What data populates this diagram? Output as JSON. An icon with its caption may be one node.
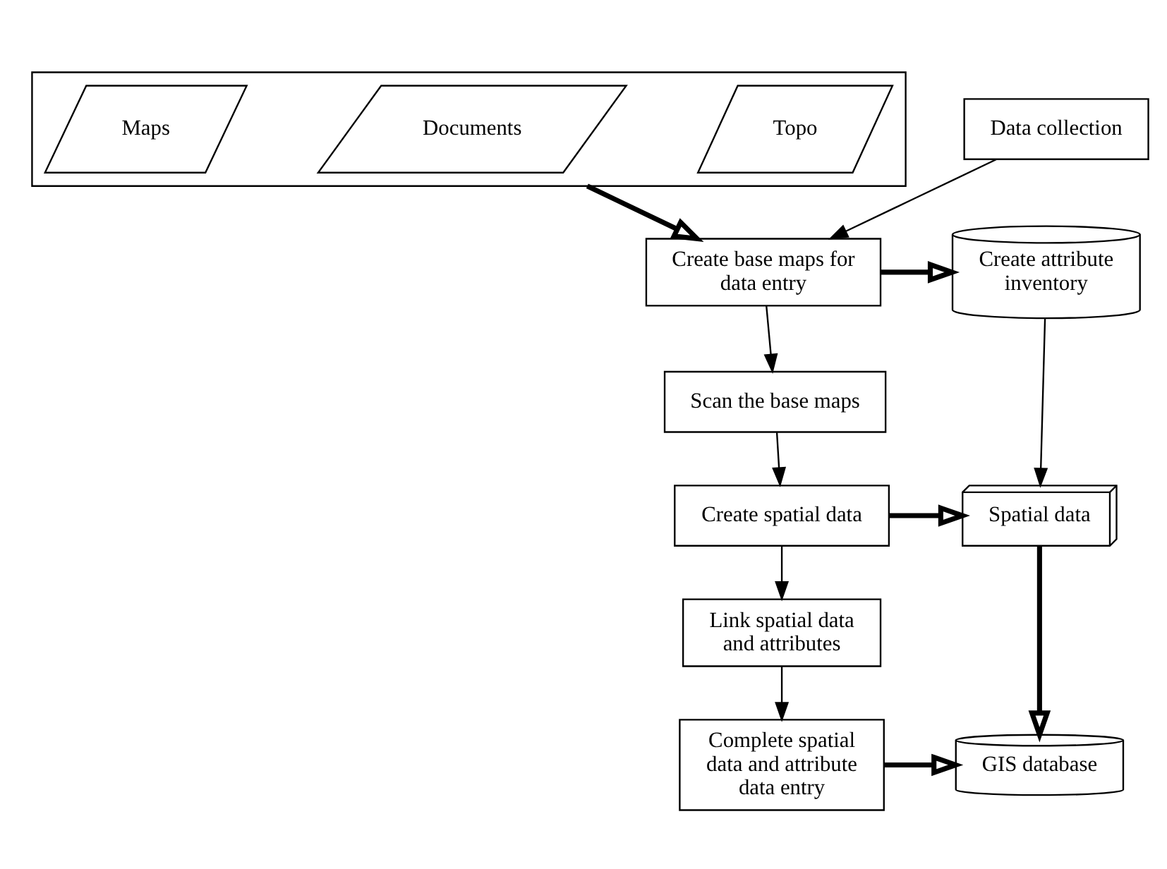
{
  "diagram": {
    "nodes": [
      {
        "text": [],
        "shape": "box"
      },
      {
        "text": [
          "Topo"
        ],
        "in": 0
      },
      {
        "text": [
          "Documents"
        ],
        "in": 0
      },
      {
        "text": [
          "Maps"
        ],
        "in": 0
      },
      {
        "text": [
          "Data collection"
        ]
      },
      {
        "text": [
          "Create base maps for data entry"
        ]
      },
      {
        "text": [
          "Create attribute inventory"
        ]
      },
      {
        "text": [
          "Scan the base maps"
        ]
      },
      {
        "text": [
          "Create spatial data"
        ]
      },
      {
        "text": [
          "Spatial data"
        ]
      },
      {
        "text": [
          "Link spatial data and attributes"
        ]
      },
      {
        "text": [
          "Complete spatial data and attribute data entry"
        ]
      },
      {
        "text": [
          "GIS database"
        ]
      }
    ],
    "edges": [
      {
        "from": 4,
        "to": 5,
        "arrow": "to"
      },
      {
        "from": 0,
        "to": 5,
        "arrow": "to",
        "style": "thick"
      },
      {
        "from": 5,
        "to": 6,
        "arrow": "to",
        "style": "thick"
      },
      {
        "from": 5,
        "to": 7,
        "arrow": "to"
      },
      {
        "from": 7,
        "to": 8,
        "arrow": "to"
      },
      {
        "from": 8,
        "to": 9,
        "arrow": "to",
        "style": "thick"
      },
      {
        "from": 6,
        "to": 9,
        "arrow": "to"
      },
      {
        "from": 8,
        "to": 10,
        "arrow": "to"
      },
      {
        "from": 9,
        "to": 12,
        "arrow": "to",
        "style": "thick"
      },
      {
        "from": 10,
        "to": 11,
        "arrow": "to"
      },
      {
        "from": 11,
        "to": 12,
        "arrow": "to",
        "style": "thick"
      }
    ]
  }
}
